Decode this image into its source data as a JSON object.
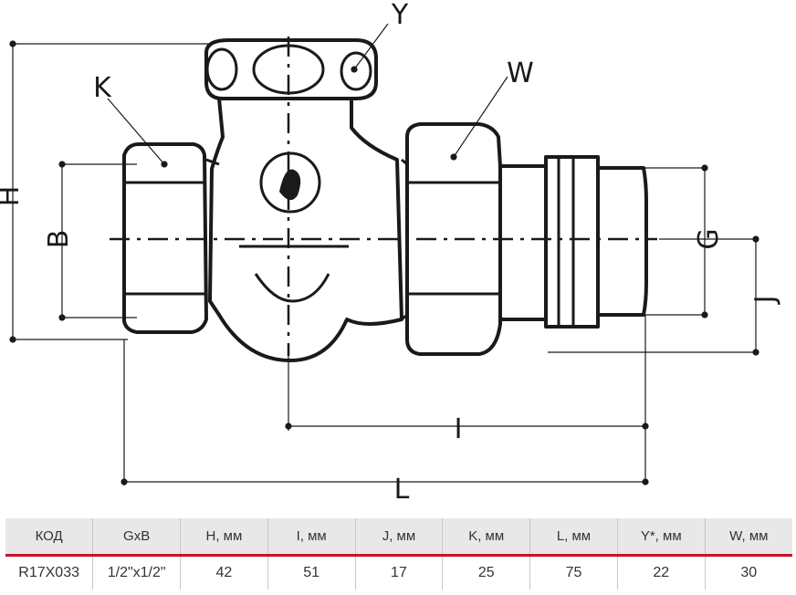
{
  "labels": {
    "H": "H",
    "B": "B",
    "K": "K",
    "Y": "Y",
    "W": "W",
    "G": "G",
    "J": "J",
    "I": "I",
    "L": "L"
  },
  "table": {
    "headers": [
      "КОД",
      "GxB",
      "H, мм",
      "I, мм",
      "J, мм",
      "K, мм",
      "L, мм",
      "Y*, мм",
      "W, мм"
    ],
    "rows": [
      [
        "R17X033",
        "1/2\"x1/2\"",
        "42",
        "51",
        "17",
        "25",
        "75",
        "22",
        "30"
      ]
    ]
  },
  "colors": {
    "accent": "#c8102e",
    "header_bg": "#e8e8e8",
    "line": "#1a1a1a"
  }
}
